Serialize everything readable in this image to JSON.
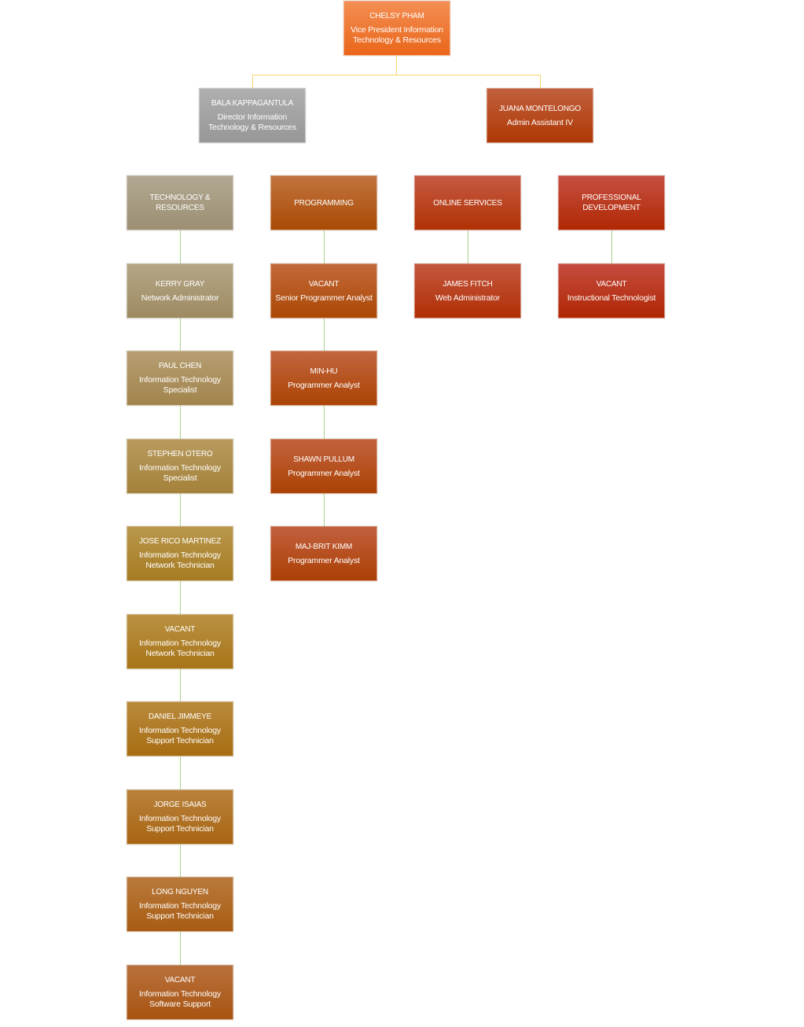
{
  "top": {
    "name": "CHELSY PHAM",
    "title": "Vice President Information Technology & Resources",
    "colors": [
      "#f38e52",
      "#e9661a"
    ]
  },
  "second": [
    {
      "name": "BALA KAPPAGANTULA",
      "title": "Director Information Technology & Resources",
      "colors": [
        "#afafaf",
        "#979797"
      ]
    },
    {
      "name": "JUANA MONTELONGO",
      "title": "Admin Assistant IV",
      "colors": [
        "#c2603e",
        "#ae3804"
      ]
    }
  ],
  "departments": [
    {
      "name": "TECHNOLOGY & RESOURCES",
      "colors": [
        "#b2a892",
        "#9c8f73"
      ],
      "staff": [
        {
          "name": "KERRY GRAY",
          "title": "Network Administrator",
          "colors": [
            "#b4a786",
            "#9d8a62"
          ]
        },
        {
          "name": "PAUL CHEN",
          "title": "Information Technology Specialist",
          "colors": [
            "#b69e72",
            "#a2844c"
          ]
        },
        {
          "name": "STEPHEN OTERO",
          "title": "Information Technology Specialist",
          "colors": [
            "#b89a5e",
            "#a4823a"
          ]
        },
        {
          "name": "JOSE RICO MARTINEZ",
          "title": "Information Technology Network Technician",
          "colors": [
            "#b9974c",
            "#a67b22"
          ]
        },
        {
          "name": "VACANT",
          "title": "Information Technology Network Technician",
          "colors": [
            "#b99242",
            "#a87418"
          ]
        },
        {
          "name": "DANIEL JIMMEYE",
          "title": "Information Technology Support Technician",
          "colors": [
            "#b98a3c",
            "#a86d12"
          ]
        },
        {
          "name": "JORGE ISAIAS",
          "title": "Information Technology Support Technician",
          "colors": [
            "#b9823c",
            "#a86512"
          ]
        },
        {
          "name": "LONG NGUYEN",
          "title": "Information Technology Support Technician",
          "colors": [
            "#b97a3c",
            "#a85c12"
          ]
        },
        {
          "name": "VACANT",
          "title": "Information Technology Software Support",
          "colors": [
            "#b9713c",
            "#a85412"
          ]
        }
      ]
    },
    {
      "name": "PROGRAMMING",
      "colors": [
        "#c2733f",
        "#a84b04"
      ],
      "staff": [
        {
          "name": "VACANT",
          "title": "Senior Programmer Analyst",
          "colors": [
            "#c2693a",
            "#ab4804"
          ]
        },
        {
          "name": "MIN-HU",
          "title": "Programmer Analyst",
          "colors": [
            "#c2653e",
            "#ab4404"
          ]
        },
        {
          "name": "SHAWN PULLUM",
          "title": "Programmer Analyst",
          "colors": [
            "#c2623e",
            "#ab4204"
          ]
        },
        {
          "name": "MAJ-BRIT KIMM",
          "title": "Programmer Analyst",
          "colors": [
            "#c2603e",
            "#ab4004"
          ]
        }
      ]
    },
    {
      "name": "ONLINE SERVICES",
      "colors": [
        "#c55a42",
        "#b03204"
      ],
      "staff": [
        {
          "name": "JAMES FITCH",
          "title": "Web Administrator",
          "colors": [
            "#c4573f",
            "#b02f04"
          ]
        }
      ]
    },
    {
      "name": "PROFESSIONAL DEVELOPMENT",
      "colors": [
        "#c64f42",
        "#b02802"
      ],
      "staff": [
        {
          "name": "VACANT",
          "title": "Instructional Technologist",
          "colors": [
            "#c54c40",
            "#b02602"
          ]
        }
      ]
    }
  ]
}
